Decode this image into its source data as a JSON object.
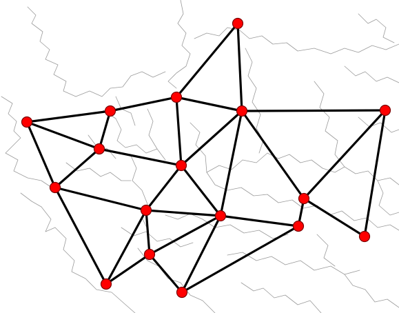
{
  "colors": {
    "background": "#ffffff",
    "map_borders": "#9a9a9a",
    "edge": "#000000",
    "node_fill": "#ff0000",
    "node_stroke": "#7a0000"
  },
  "map": {
    "description_visible": false
  },
  "network": {
    "node_ids": [
      "n1",
      "n2",
      "n3",
      "n4",
      "n5",
      "n6",
      "n7",
      "n8",
      "n9",
      "n10",
      "n11",
      "n12",
      "n13",
      "n14",
      "n15",
      "n16",
      "n17"
    ],
    "edges": [
      [
        "n1",
        "n2"
      ],
      [
        "n2",
        "n3"
      ],
      [
        "n3",
        "n4"
      ],
      [
        "n3",
        "n5"
      ],
      [
        "n4",
        "n5"
      ],
      [
        "n5",
        "n6"
      ],
      [
        "n1",
        "n7"
      ],
      [
        "n1",
        "n8"
      ],
      [
        "n2",
        "n7"
      ],
      [
        "n7",
        "n8"
      ],
      [
        "n7",
        "n9"
      ],
      [
        "n3",
        "n9"
      ],
      [
        "n5",
        "n9"
      ],
      [
        "n8",
        "n10"
      ],
      [
        "n8",
        "n14"
      ],
      [
        "n9",
        "n10"
      ],
      [
        "n9",
        "n11"
      ],
      [
        "n10",
        "n11"
      ],
      [
        "n5",
        "n11"
      ],
      [
        "n10",
        "n13"
      ],
      [
        "n10",
        "n14"
      ],
      [
        "n11",
        "n13"
      ],
      [
        "n11",
        "n15"
      ],
      [
        "n11",
        "n16"
      ],
      [
        "n13",
        "n14"
      ],
      [
        "n13",
        "n15"
      ],
      [
        "n15",
        "n16"
      ],
      [
        "n5",
        "n12"
      ],
      [
        "n12",
        "n16"
      ],
      [
        "n12",
        "n17"
      ],
      [
        "n6",
        "n12"
      ],
      [
        "n6",
        "n17"
      ]
    ]
  }
}
